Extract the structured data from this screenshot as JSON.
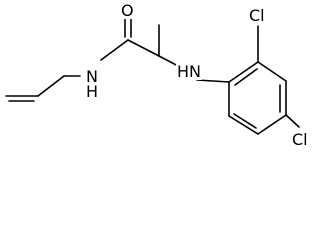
{
  "molecule": {
    "atom_labels": {
      "carbonyl_oxygen": "O",
      "amide_nitrogen": "N",
      "amide_hydrogen": "H",
      "amine_hydrogen_nitrogen": "HN",
      "chlorine_ortho": "Cl",
      "chlorine_meta": "Cl"
    }
  }
}
